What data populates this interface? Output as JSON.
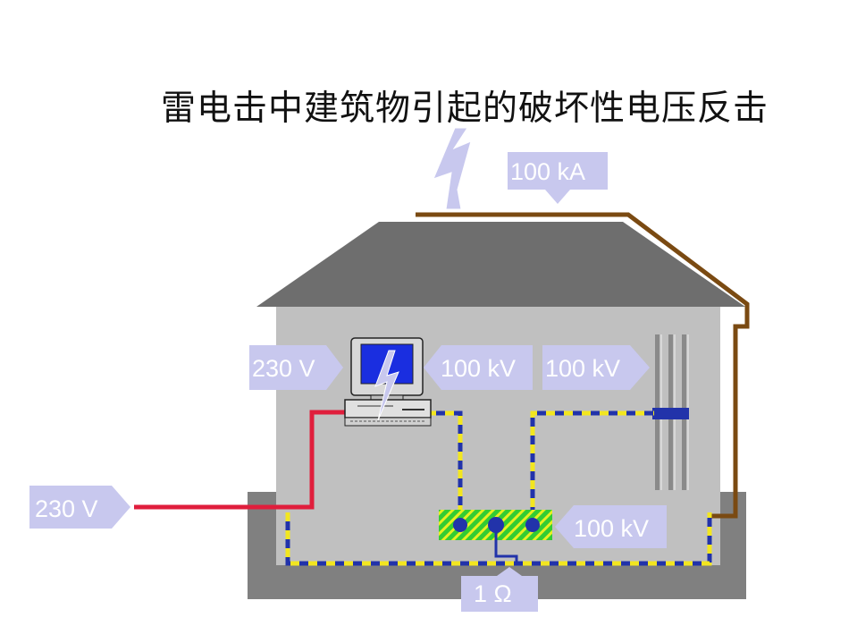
{
  "title": "雷电击中建筑物引起的破坏性电压反击",
  "labels": {
    "lightning_current": "100 kA",
    "computer_voltage": "230 V",
    "data_line_voltage": "100 kV",
    "pipe_voltage": "100 kV",
    "supply_voltage": "230 V",
    "bonding_bar_voltage": "100 kV",
    "earth_resistance": "1 Ω"
  },
  "colors": {
    "roof": "#6e6e6e",
    "wall": "#c0c0c0",
    "ground": "#808080",
    "lightning_rod": "#7a4a12",
    "power_line": "#e01e3c",
    "earth_conductor_blue": "#2233aa",
    "earth_conductor_yellow": "#f2e620",
    "bonding_bar": "#33cc33",
    "label_bg": "#c8c8ee",
    "monitor_screen": "#1a2ee0"
  },
  "icons": {
    "lightning": "lightning-bolt-icon",
    "computer": "computer-icon"
  }
}
